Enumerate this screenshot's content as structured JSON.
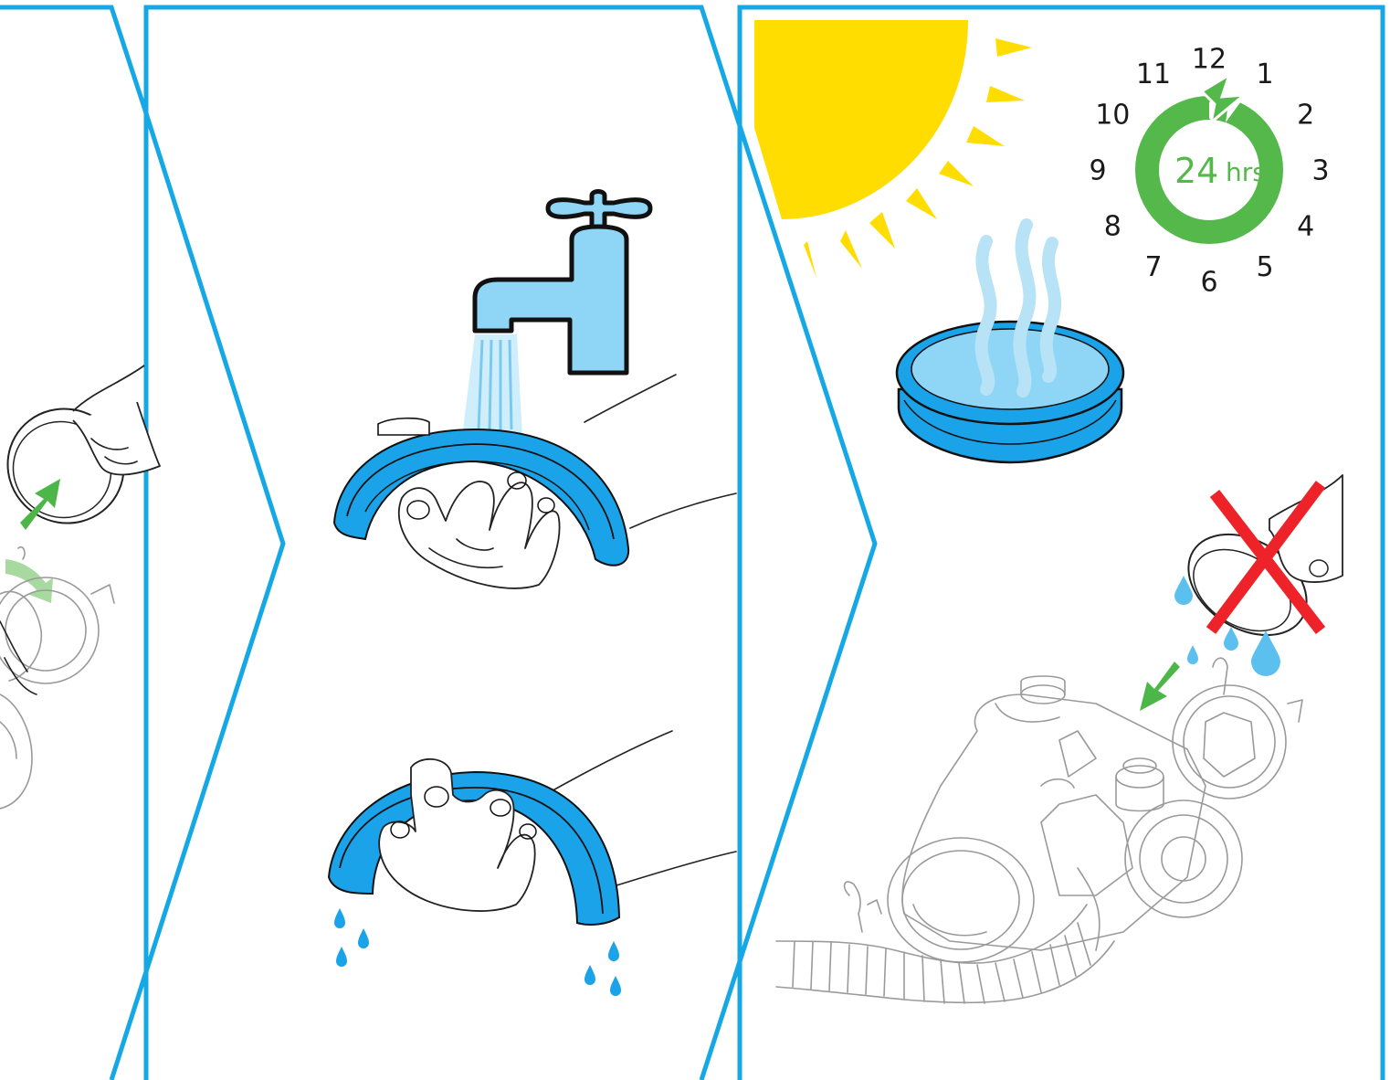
{
  "colors": {
    "frame": "#16a8e5",
    "sun": "#ffdd00",
    "clock_ring": "#55b84a",
    "filter_blue": "#1aa3e8",
    "water_light": "#8fd6f6",
    "cross": "#ee2329",
    "arrow_green": "#4cb748"
  },
  "icons": [
    "faucet-icon",
    "sun-icon",
    "clock-24h-icon",
    "steam-icon",
    "water-drop-icon",
    "cross-icon",
    "arrow-icon"
  ],
  "clock": {
    "numbers": [
      "12",
      "1",
      "2",
      "3",
      "4",
      "5",
      "6",
      "7",
      "8",
      "9",
      "10",
      "11"
    ],
    "hours_value": "24",
    "hours_unit": "hrs"
  }
}
